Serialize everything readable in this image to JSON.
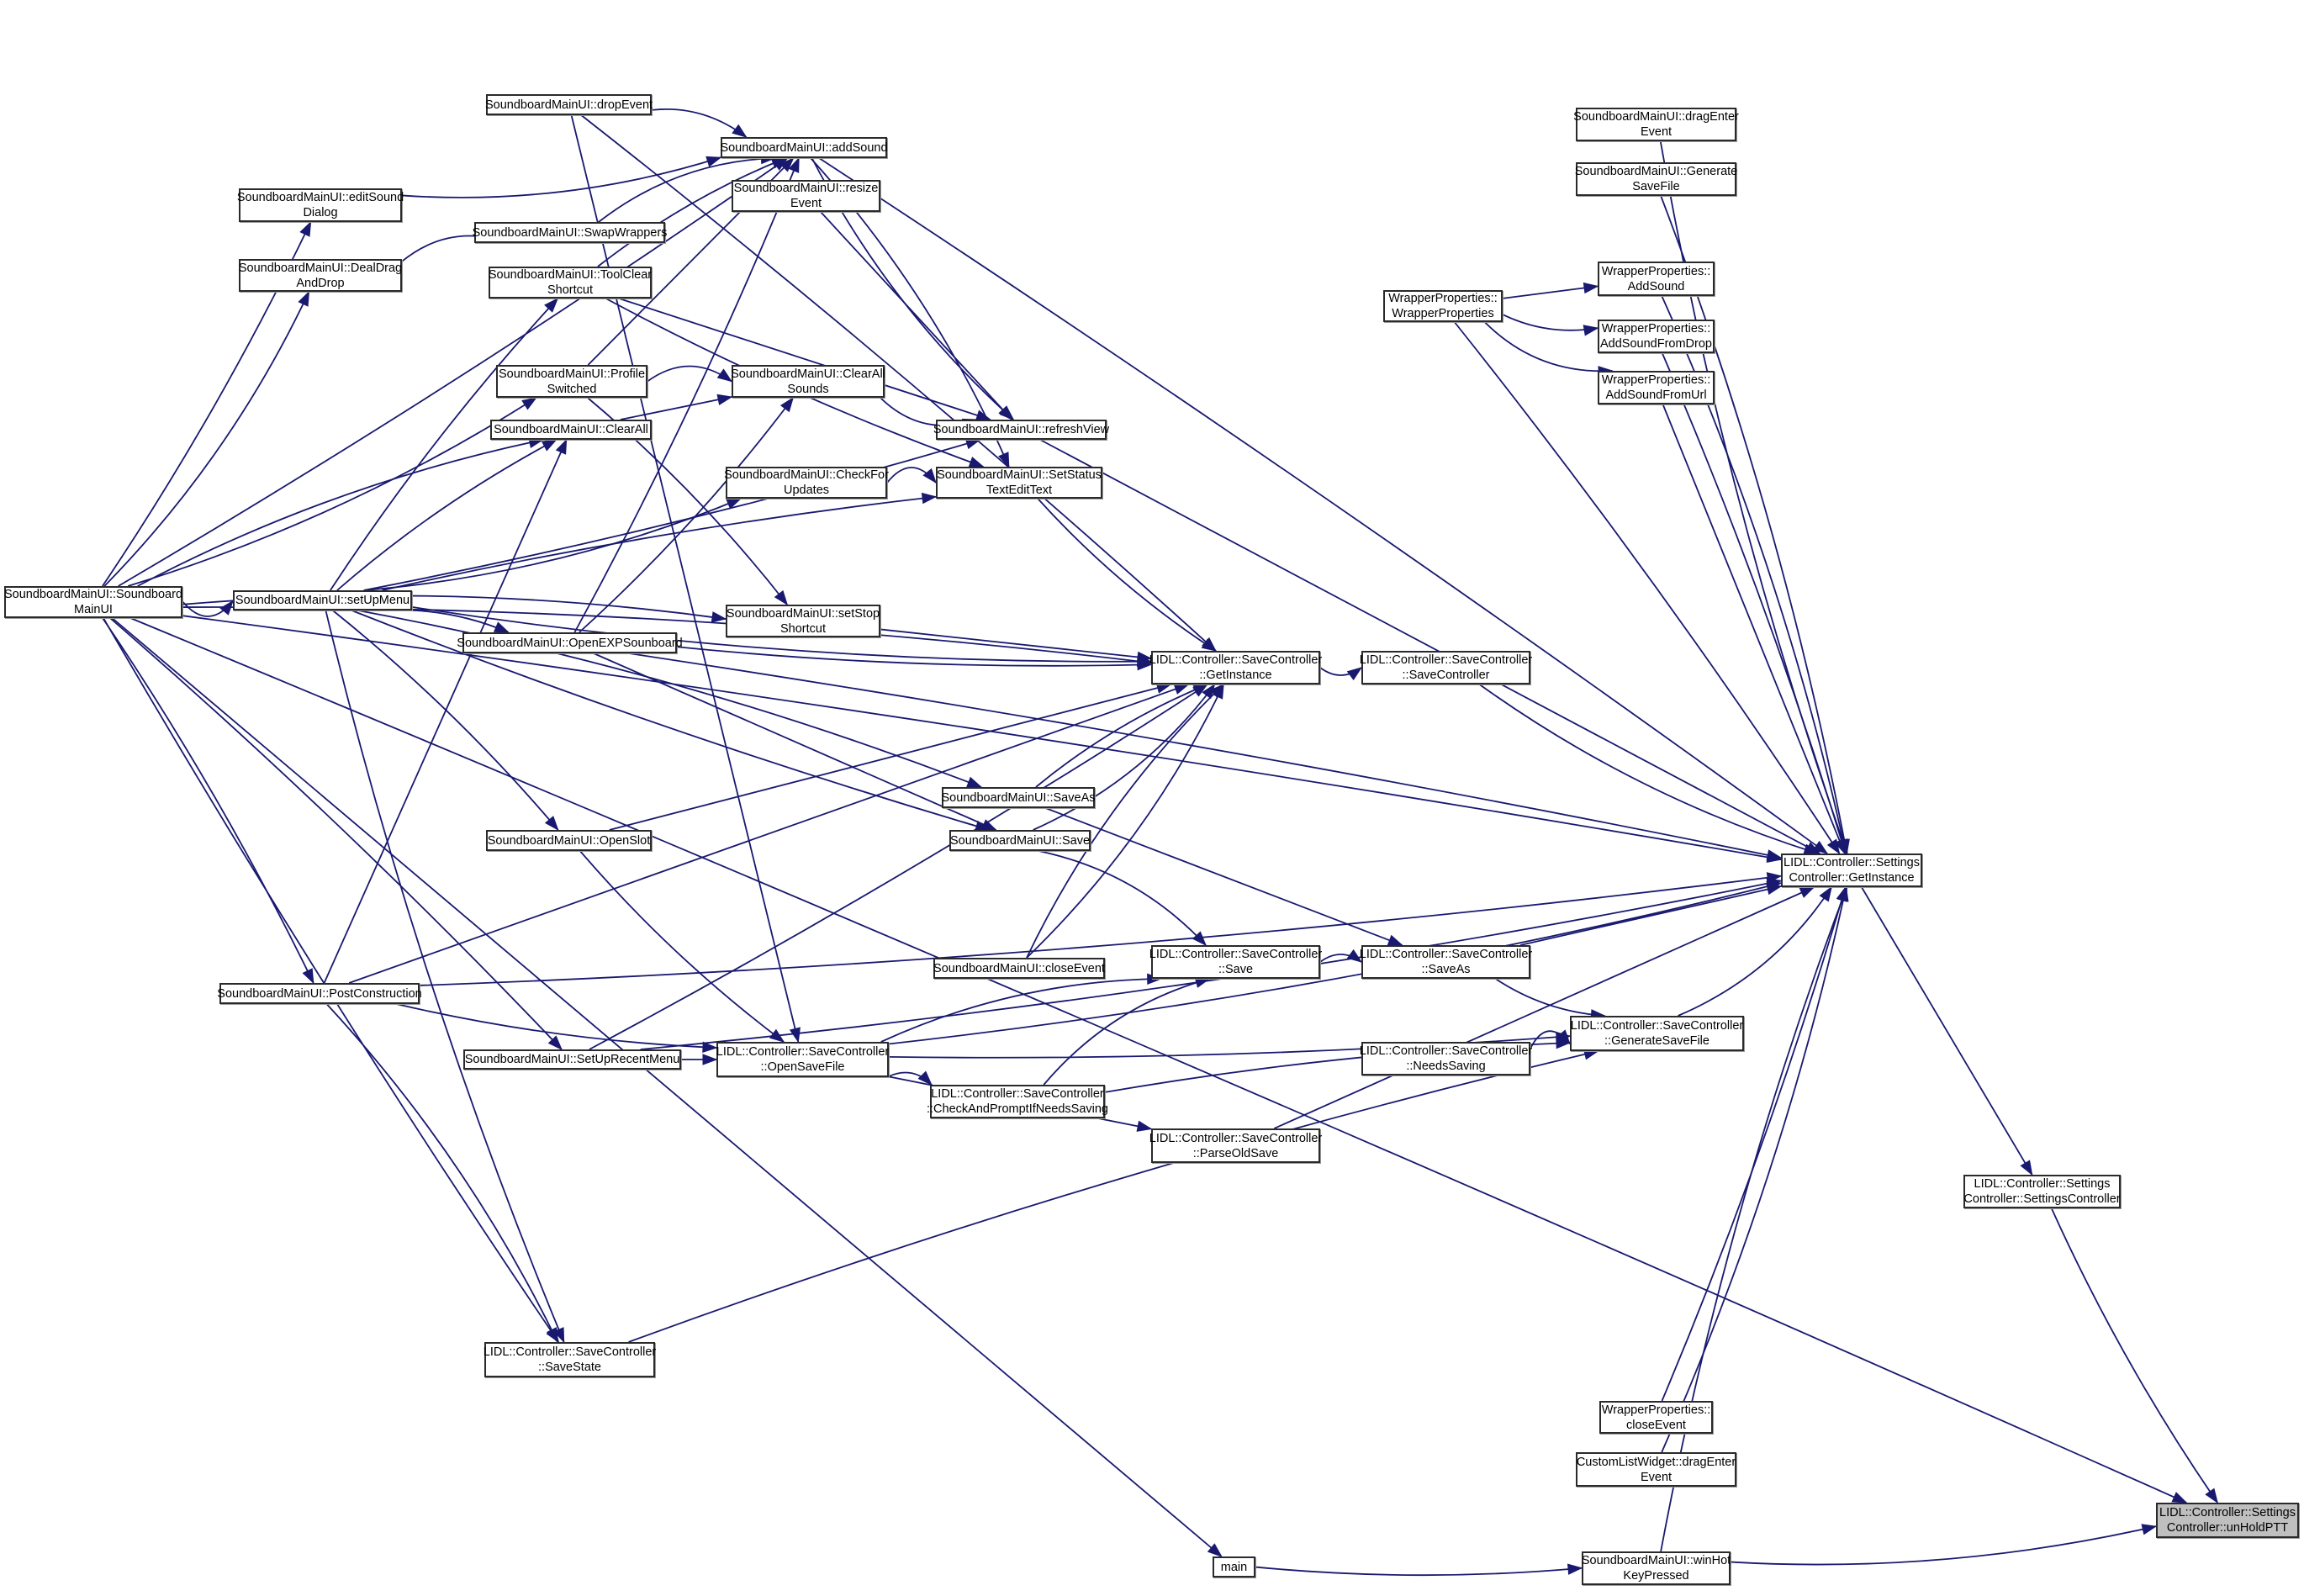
{
  "title": "Call graph: LIDL::Controller::SettingsController::unHoldPTT",
  "colors": {
    "edge": "#191970",
    "node_border": "#2a2a2a",
    "highlight_fill": "#bfbfbf",
    "node_fill": "#ffffff"
  },
  "nodes": [
    {
      "id": "dropEvent",
      "label": "SoundboardMainUI::dropEvent"
    },
    {
      "id": "addSound",
      "label": "SoundboardMainUI::addSound"
    },
    {
      "id": "resizeEvent",
      "label": "SoundboardMainUI::resize\nEvent"
    },
    {
      "id": "editSoundDialog",
      "label": "SoundboardMainUI::editSound\nDialog"
    },
    {
      "id": "swapWrappers",
      "label": "SoundboardMainUI::SwapWrappers"
    },
    {
      "id": "dealDragAndDrop",
      "label": "SoundboardMainUI::DealDrag\nAndDrop"
    },
    {
      "id": "toolClearShortcut",
      "label": "SoundboardMainUI::ToolClear\nShortcut"
    },
    {
      "id": "profileSwitched",
      "label": "SoundboardMainUI::Profile\nSwitched"
    },
    {
      "id": "clearAllSounds",
      "label": "SoundboardMainUI::ClearAll\nSounds"
    },
    {
      "id": "clearAll",
      "label": "SoundboardMainUI::ClearAll"
    },
    {
      "id": "refreshView",
      "label": "SoundboardMainUI::refreshView"
    },
    {
      "id": "checkForUpdates",
      "label": "SoundboardMainUI::CheckFor\nUpdates"
    },
    {
      "id": "setStatusText",
      "label": "SoundboardMainUI::SetStatus\nTextEditText"
    },
    {
      "id": "mainUICtor",
      "label": "SoundboardMainUI::Soundboard\nMainUI"
    },
    {
      "id": "setUpMenu",
      "label": "SoundboardMainUI::setUpMenu"
    },
    {
      "id": "setStopShortcut",
      "label": "SoundboardMainUI::setStop\nShortcut"
    },
    {
      "id": "openEXP",
      "label": "SoundboardMainUI::OpenEXPSounboard"
    },
    {
      "id": "scGetInstance",
      "label": "LIDL::Controller::SaveController\n::GetInstance"
    },
    {
      "id": "scCtor",
      "label": "LIDL::Controller::SaveController\n::SaveController"
    },
    {
      "id": "uiSaveAs",
      "label": "SoundboardMainUI::SaveAs"
    },
    {
      "id": "uiSave",
      "label": "SoundboardMainUI::Save"
    },
    {
      "id": "openSlot",
      "label": "SoundboardMainUI::OpenSlot"
    },
    {
      "id": "setGetInstance",
      "label": "LIDL::Controller::Settings\nController::GetInstance"
    },
    {
      "id": "uiCloseEvent",
      "label": "SoundboardMainUI::closeEvent"
    },
    {
      "id": "scSave",
      "label": "LIDL::Controller::SaveController\n::Save"
    },
    {
      "id": "scSaveAs",
      "label": "LIDL::Controller::SaveController\n::SaveAs"
    },
    {
      "id": "postConstruction",
      "label": "SoundboardMainUI::PostConstruction"
    },
    {
      "id": "scGenerateSaveFile",
      "label": "LIDL::Controller::SaveController\n::GenerateSaveFile"
    },
    {
      "id": "setUpRecentMenu",
      "label": "SoundboardMainUI::SetUpRecentMenu"
    },
    {
      "id": "scOpenSaveFile",
      "label": "LIDL::Controller::SaveController\n::OpenSaveFile"
    },
    {
      "id": "scNeedsSaving",
      "label": "LIDL::Controller::SaveController\n::NeedsSaving"
    },
    {
      "id": "scCheckAndPrompt",
      "label": "LIDL::Controller::SaveController\n::CheckAndPromptIfNeedsSaving"
    },
    {
      "id": "scParseOldSave",
      "label": "LIDL::Controller::SaveController\n::ParseOldSave"
    },
    {
      "id": "setCtor",
      "label": "LIDL::Controller::Settings\nController::SettingsController"
    },
    {
      "id": "scSaveState",
      "label": "LIDL::Controller::SaveController\n::SaveState"
    },
    {
      "id": "wpCloseEvent",
      "label": "WrapperProperties::\ncloseEvent"
    },
    {
      "id": "clwDragEnter",
      "label": "CustomListWidget::dragEnter\nEvent"
    },
    {
      "id": "unHoldPTT",
      "label": "LIDL::Controller::Settings\nController::unHoldPTT",
      "highlighted": true
    },
    {
      "id": "main",
      "label": "main"
    },
    {
      "id": "winHotKey",
      "label": "SoundboardMainUI::winHot\nKeyPressed"
    },
    {
      "id": "uiDragEnter",
      "label": "SoundboardMainUI::dragEnter\nEvent"
    },
    {
      "id": "uiGenerateSaveFile",
      "label": "SoundboardMainUI::Generate\nSaveFile"
    },
    {
      "id": "wpCtor",
      "label": "WrapperProperties::\nWrapperProperties"
    },
    {
      "id": "wpAddSound",
      "label": "WrapperProperties::\nAddSound"
    },
    {
      "id": "wpAddSoundFromDrop",
      "label": "WrapperProperties::\nAddSoundFromDrop"
    },
    {
      "id": "wpAddSoundFromUrl",
      "label": "WrapperProperties::\nAddSoundFromUrl"
    }
  ],
  "edges": [
    [
      "dropEvent",
      "addSound"
    ],
    [
      "dropEvent",
      "scGetInstance"
    ],
    [
      "dropEvent",
      "scOpenSaveFile"
    ],
    [
      "mainUICtor",
      "addSound"
    ],
    [
      "editSoundDialog",
      "addSound"
    ],
    [
      "swapWrappers",
      "addSound"
    ],
    [
      "toolClearShortcut",
      "addSound"
    ],
    [
      "profileSwitched",
      "addSound"
    ],
    [
      "openEXP",
      "addSound"
    ],
    [
      "addSound",
      "refreshView"
    ],
    [
      "addSound",
      "setStatusText"
    ],
    [
      "addSound",
      "setGetInstance"
    ],
    [
      "resizeEvent",
      "refreshView"
    ],
    [
      "mainUICtor",
      "editSoundDialog"
    ],
    [
      "mainUICtor",
      "dealDragAndDrop"
    ],
    [
      "dealDragAndDrop",
      "swapWrappers"
    ],
    [
      "setUpMenu",
      "toolClearShortcut"
    ],
    [
      "toolClearShortcut",
      "refreshView"
    ],
    [
      "toolClearShortcut",
      "setStatusText"
    ],
    [
      "mainUICtor",
      "profileSwitched"
    ],
    [
      "profileSwitched",
      "clearAllSounds"
    ],
    [
      "profileSwitched",
      "setStopShortcut"
    ],
    [
      "clearAll",
      "clearAllSounds"
    ],
    [
      "openEXP",
      "clearAllSounds"
    ],
    [
      "clearAllSounds",
      "refreshView"
    ],
    [
      "mainUICtor",
      "clearAll"
    ],
    [
      "setUpMenu",
      "clearAll"
    ],
    [
      "postConstruction",
      "clearAll"
    ],
    [
      "setUpMenu",
      "refreshView"
    ],
    [
      "setUpMenu",
      "checkForUpdates"
    ],
    [
      "checkForUpdates",
      "setStatusText"
    ],
    [
      "setUpMenu",
      "setStatusText"
    ],
    [
      "refreshView",
      "setGetInstance"
    ],
    [
      "setStatusText",
      "scGetInstance"
    ],
    [
      "mainUICtor",
      "setUpMenu"
    ],
    [
      "mainUICtor",
      "setStopShortcut"
    ],
    [
      "setUpMenu",
      "openEXP"
    ],
    [
      "setStopShortcut",
      "scGetInstance"
    ],
    [
      "openEXP",
      "scGetInstance"
    ],
    [
      "setUpMenu",
      "scGetInstance"
    ],
    [
      "mainUICtor",
      "scGetInstance"
    ],
    [
      "openEXP",
      "setGetInstance"
    ],
    [
      "openEXP",
      "uiSave"
    ],
    [
      "scGetInstance",
      "scCtor"
    ],
    [
      "scCtor",
      "setGetInstance"
    ],
    [
      "setUpMenu",
      "uiSaveAs"
    ],
    [
      "uiSaveAs",
      "scGetInstance"
    ],
    [
      "uiSaveAs",
      "scSaveAs"
    ],
    [
      "setUpMenu",
      "uiSave"
    ],
    [
      "uiSave",
      "scGetInstance"
    ],
    [
      "uiSave",
      "scSave"
    ],
    [
      "setUpMenu",
      "openSlot"
    ],
    [
      "openSlot",
      "scGetInstance"
    ],
    [
      "openSlot",
      "scOpenSaveFile"
    ],
    [
      "uiCloseEvent",
      "scGetInstance"
    ],
    [
      "uiCloseEvent",
      "scGetInstance"
    ],
    [
      "scSave",
      "scSaveAs"
    ],
    [
      "scSaveAs",
      "setGetInstance"
    ],
    [
      "scSaveAs",
      "scGenerateSaveFile"
    ],
    [
      "scGenerateSaveFile",
      "setGetInstance"
    ],
    [
      "scNeedsSaving",
      "scGenerateSaveFile"
    ],
    [
      "mainUICtor",
      "postConstruction"
    ],
    [
      "postConstruction",
      "scGetInstance"
    ],
    [
      "postConstruction",
      "scOpenSaveFile"
    ],
    [
      "postConstruction",
      "setGetInstance"
    ],
    [
      "postConstruction",
      "scSaveState"
    ],
    [
      "mainUICtor",
      "setUpRecentMenu"
    ],
    [
      "setUpRecentMenu",
      "scOpenSaveFile"
    ],
    [
      "setUpRecentMenu",
      "scGetInstance"
    ],
    [
      "setUpRecentMenu",
      "setGetInstance"
    ],
    [
      "scOpenSaveFile",
      "scSave"
    ],
    [
      "scOpenSaveFile",
      "scCheckAndPrompt"
    ],
    [
      "scOpenSaveFile",
      "scParseOldSave"
    ],
    [
      "scOpenSaveFile",
      "scGenerateSaveFile"
    ],
    [
      "scOpenSaveFile",
      "setGetInstance"
    ],
    [
      "scCheckAndPrompt",
      "scSave"
    ],
    [
      "scCheckAndPrompt",
      "scGenerateSaveFile"
    ],
    [
      "scParseOldSave",
      "setGetInstance"
    ],
    [
      "mainUICtor",
      "scSaveState"
    ],
    [
      "setUpMenu",
      "scSaveState"
    ],
    [
      "scSaveState",
      "scGenerateSaveFile"
    ],
    [
      "mainUICtor",
      "setGetInstance"
    ],
    [
      "setGetInstance",
      "setCtor"
    ],
    [
      "setCtor",
      "unHoldPTT"
    ],
    [
      "uiDragEnter",
      "setGetInstance"
    ],
    [
      "uiGenerateSaveFile",
      "setGetInstance"
    ],
    [
      "wpCtor",
      "setGetInstance"
    ],
    [
      "wpCtor",
      "wpAddSound"
    ],
    [
      "wpCtor",
      "wpAddSoundFromDrop"
    ],
    [
      "wpCtor",
      "wpAddSoundFromUrl"
    ],
    [
      "wpAddSound",
      "setGetInstance"
    ],
    [
      "wpAddSoundFromDrop",
      "setGetInstance"
    ],
    [
      "wpAddSoundFromUrl",
      "setGetInstance"
    ],
    [
      "wpCloseEvent",
      "setGetInstance"
    ],
    [
      "clwDragEnter",
      "setGetInstance"
    ],
    [
      "winHotKey",
      "setGetInstance"
    ],
    [
      "mainUICtor",
      "unHoldPTT"
    ],
    [
      "mainUICtor",
      "main"
    ],
    [
      "main",
      "winHotKey"
    ],
    [
      "winHotKey",
      "unHoldPTT"
    ]
  ]
}
